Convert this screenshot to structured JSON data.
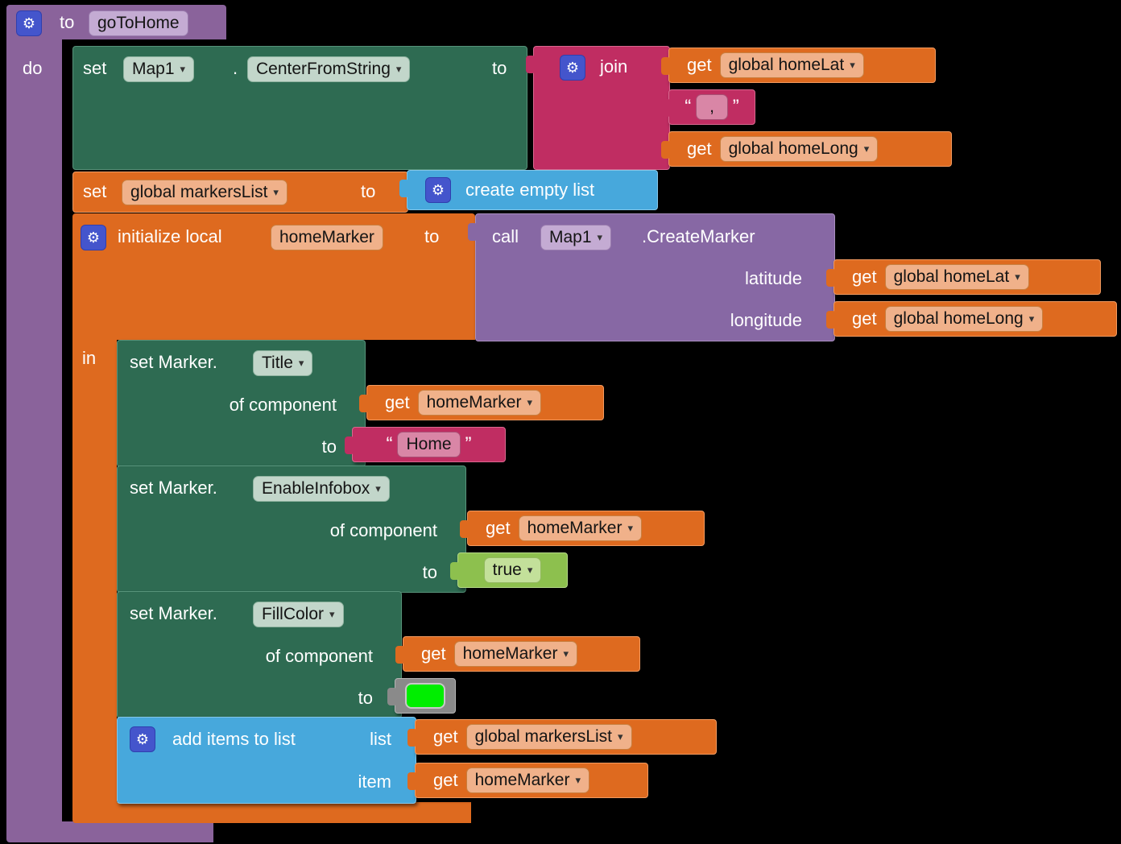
{
  "icons": {
    "gear": "⚙",
    "dropdown": "▾",
    "open_quote": "“",
    "close_quote": "”"
  },
  "colors": {
    "background": "#000000",
    "procedure_purple": "#8a639b",
    "call_purple": "#8768a4",
    "component_green": "#2e6b52",
    "variable_orange": "#de6a1f",
    "text_pink": "#c02d62",
    "list_cyan": "#47a8dc",
    "logic_green": "#8dc04e",
    "color_block_gray": "#8a8a8a",
    "swatch_green": "#00ee00",
    "gear_blue": "#4455cc"
  },
  "labels": {
    "to": "to",
    "do": "do",
    "in": "in",
    "set": "set",
    "get": "get",
    "call": "call",
    "dot": ".",
    "of_component": "of component",
    "set_marker": "set Marker.",
    "list": "list",
    "item": "item"
  },
  "procedure": {
    "name": "goToHome"
  },
  "vars": {
    "home_lat": "global homeLat",
    "home_long": "global homeLong",
    "markers_list": "global markersList",
    "home_marker": "homeMarker"
  },
  "set_center": {
    "component": "Map1",
    "property": "CenterFromString"
  },
  "join_block": {
    "label": "join"
  },
  "text_comma": {
    "value": " , "
  },
  "create_empty_list": {
    "label": "create empty list"
  },
  "init_local": {
    "label": "initialize local"
  },
  "call_marker": {
    "component": "Map1",
    "method": ".CreateMarker",
    "param_lat": "latitude",
    "param_long": "longitude"
  },
  "marker_props": {
    "title": "Title",
    "infobox": "EnableInfobox",
    "fillcolor": "FillColor"
  },
  "text_home": {
    "value": "Home"
  },
  "logic_true": {
    "value": "true"
  },
  "add_items": {
    "label": "add items to list"
  }
}
